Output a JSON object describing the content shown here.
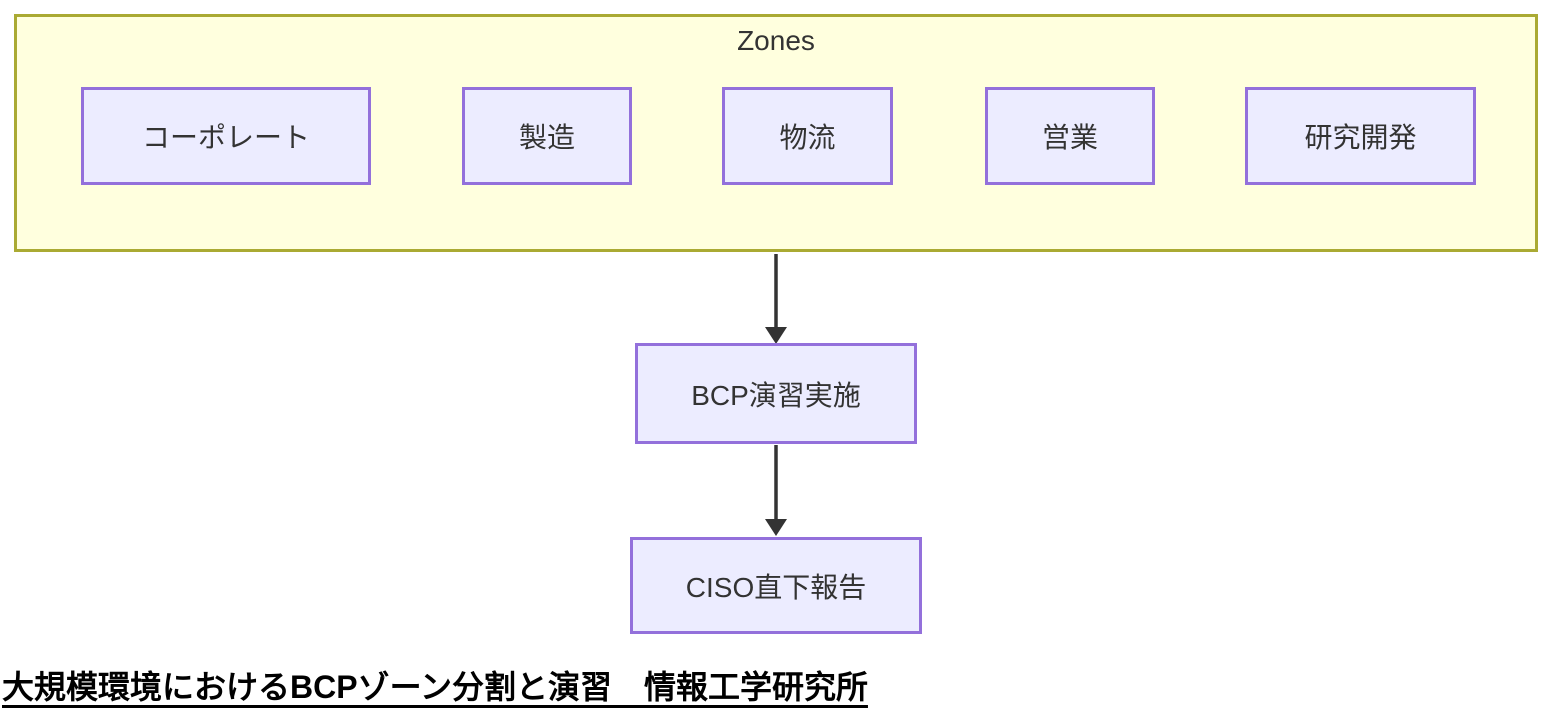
{
  "diagram": {
    "cluster": {
      "label": "Zones"
    },
    "zones": [
      {
        "label": "コーポレート"
      },
      {
        "label": "製造"
      },
      {
        "label": "物流"
      },
      {
        "label": "営業"
      },
      {
        "label": "研究開発"
      }
    ],
    "nodes": {
      "bcp": {
        "label": "BCP演習実施"
      },
      "ciso": {
        "label": "CISO直下報告"
      }
    },
    "edges": [
      {
        "from": "Zones",
        "to": "BCP演習実施"
      },
      {
        "from": "BCP演習実施",
        "to": "CISO直下報告"
      }
    ],
    "caption": "大規模環境におけるBCPゾーン分割と演習　情報工学研究所",
    "colors": {
      "cluster_fill": "#ffffde",
      "cluster_border": "#aaaa33",
      "node_fill": "#ececff",
      "node_border": "#9370db",
      "arrow": "#333333",
      "text": "#333333",
      "caption_text": "#000000"
    }
  }
}
